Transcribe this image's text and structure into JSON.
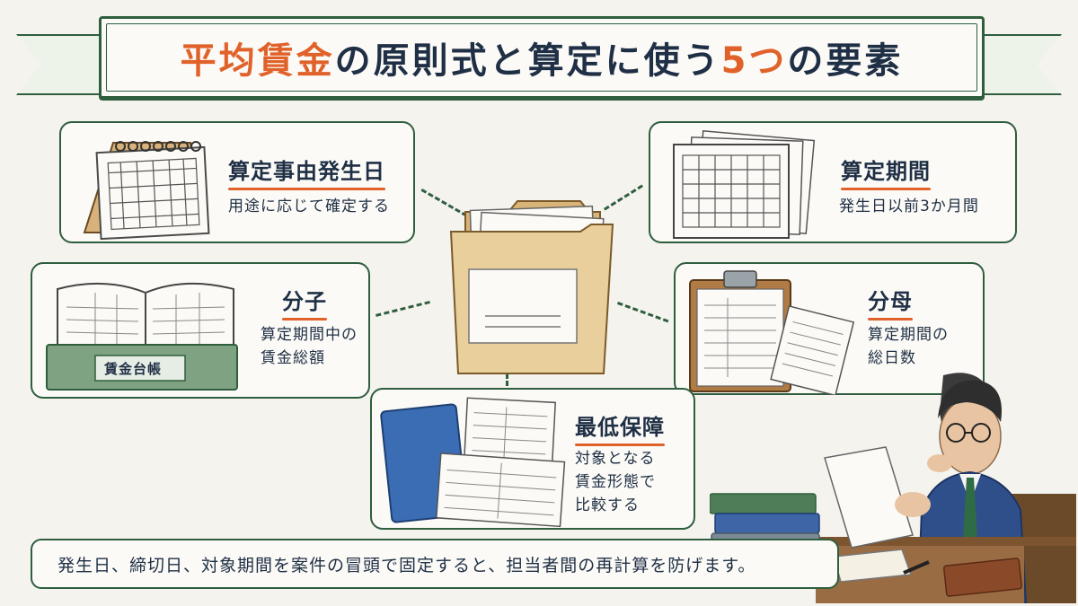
{
  "title": {
    "part1": "平均賃金",
    "part2": "の原則式と算定に使う",
    "part3": "5つ",
    "part4": "の要素"
  },
  "cards": {
    "calc_date": {
      "title": "算定事由発生日",
      "text": "用途に応じて確定する"
    },
    "calc_period": {
      "title": "算定期間",
      "text": "発生日以前3か月間"
    },
    "numerator": {
      "title": "分子",
      "text_line1": "算定期間中の",
      "text_line2": "賃金総額",
      "ledger_label": "賃金台帳"
    },
    "denominator": {
      "title": "分母",
      "text_line1": "算定期間の",
      "text_line2": "総日数"
    },
    "minimum": {
      "title": "最低保障",
      "text_line1": "対象となる",
      "text_line2": "賃金形態で",
      "text_line3": "比較する"
    }
  },
  "footer_note": "発生日、締切日、対象期間を案件の冒頭で固定すると、担当者間の再計算を防げます。",
  "colors": {
    "accent": "#e0622a",
    "frame": "#2f5e3e",
    "text": "#1f2f45",
    "folder": "#e9cf9c"
  }
}
